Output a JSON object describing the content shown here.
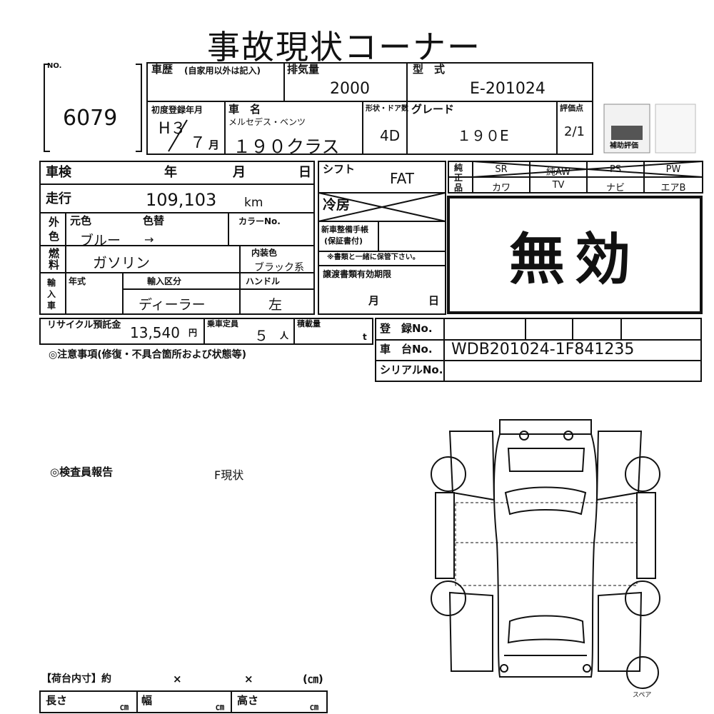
{
  "title": "事故現状コーナー",
  "no_label": "NO.",
  "lot_no": "6079",
  "history": {
    "label": "車歴",
    "note": "(自家用以外は記入)"
  },
  "displacement": {
    "label": "排気量",
    "value": "2000"
  },
  "model_code": {
    "label": "型　式",
    "value": "E-201024"
  },
  "first_reg": {
    "label": "初度登録年月",
    "era_year": "H３",
    "month": "７",
    "month_unit": "月"
  },
  "car_name": {
    "label": "車　名",
    "maker": "メルセデス・ベンツ",
    "model": "１９０クラス"
  },
  "body_doors": {
    "label": "形状・ドア数",
    "value": "4D"
  },
  "grade": {
    "label": "グレード",
    "value": "１９０E"
  },
  "eval": {
    "label": "評価点",
    "score": "2/1",
    "sub": "補助評価"
  },
  "inspection": {
    "label": "車検",
    "year": "年",
    "month": "月",
    "day": "日"
  },
  "shift": {
    "label": "シフト",
    "value": "FAT"
  },
  "equipment": {
    "label": "純正品",
    "top": [
      "SR",
      "純AW",
      "PS",
      "PW"
    ],
    "bottom": [
      "カワ",
      "TV",
      "ナビ",
      "エアB"
    ]
  },
  "mileage": {
    "label": "走行",
    "value": "109,103",
    "unit": "km"
  },
  "aircon": {
    "label": "冷房"
  },
  "invalid_stamp": "無効",
  "exterior": {
    "label1": "外",
    "label2": "色",
    "orig_label": "元色",
    "repaint_label": "色替",
    "orig": "ブルー",
    "arrow": "→",
    "color_no_label": "カラーNo."
  },
  "manual": {
    "label": "新車整備手帳",
    "sub": "(保証書付)",
    "note": "※書類と一緒に保管下さい。"
  },
  "fuel": {
    "label1": "燃",
    "label2": "料",
    "value": "ガソリン"
  },
  "interior": {
    "label": "内装色",
    "value": "ブラック系"
  },
  "import": {
    "label": "輸入車",
    "year_label": "年式",
    "category_label": "輸入区分",
    "category": "ディーラー",
    "handle_label": "ハンドル",
    "handle": "左"
  },
  "transfer": {
    "label": "譲渡書類有効期限",
    "month": "月",
    "day": "日"
  },
  "recycle": {
    "label": "リサイクル預託金",
    "value": "13,540",
    "unit": "円"
  },
  "capacity": {
    "label": "乗車定員",
    "value": "５",
    "unit": "人"
  },
  "load": {
    "label": "積載量",
    "unit": "t"
  },
  "reg_no": {
    "label": "登　録No."
  },
  "chassis_no": {
    "label": "車　台No.",
    "value": "WDB201024-1F841235"
  },
  "serial_no": {
    "label": "シリアルNo."
  },
  "notes_label": "◎注意事項(修復・不具合箇所および状態等)",
  "inspector": {
    "label": "◎検査員報告",
    "value": "F現状"
  },
  "cargo": {
    "label": "【荷台内寸】約",
    "x1": "×",
    "x2": "×",
    "unit": "(㎝)",
    "length": "長さ",
    "width": "幅",
    "height": "高さ",
    "cm": "㎝"
  },
  "spare_label": "スペア"
}
